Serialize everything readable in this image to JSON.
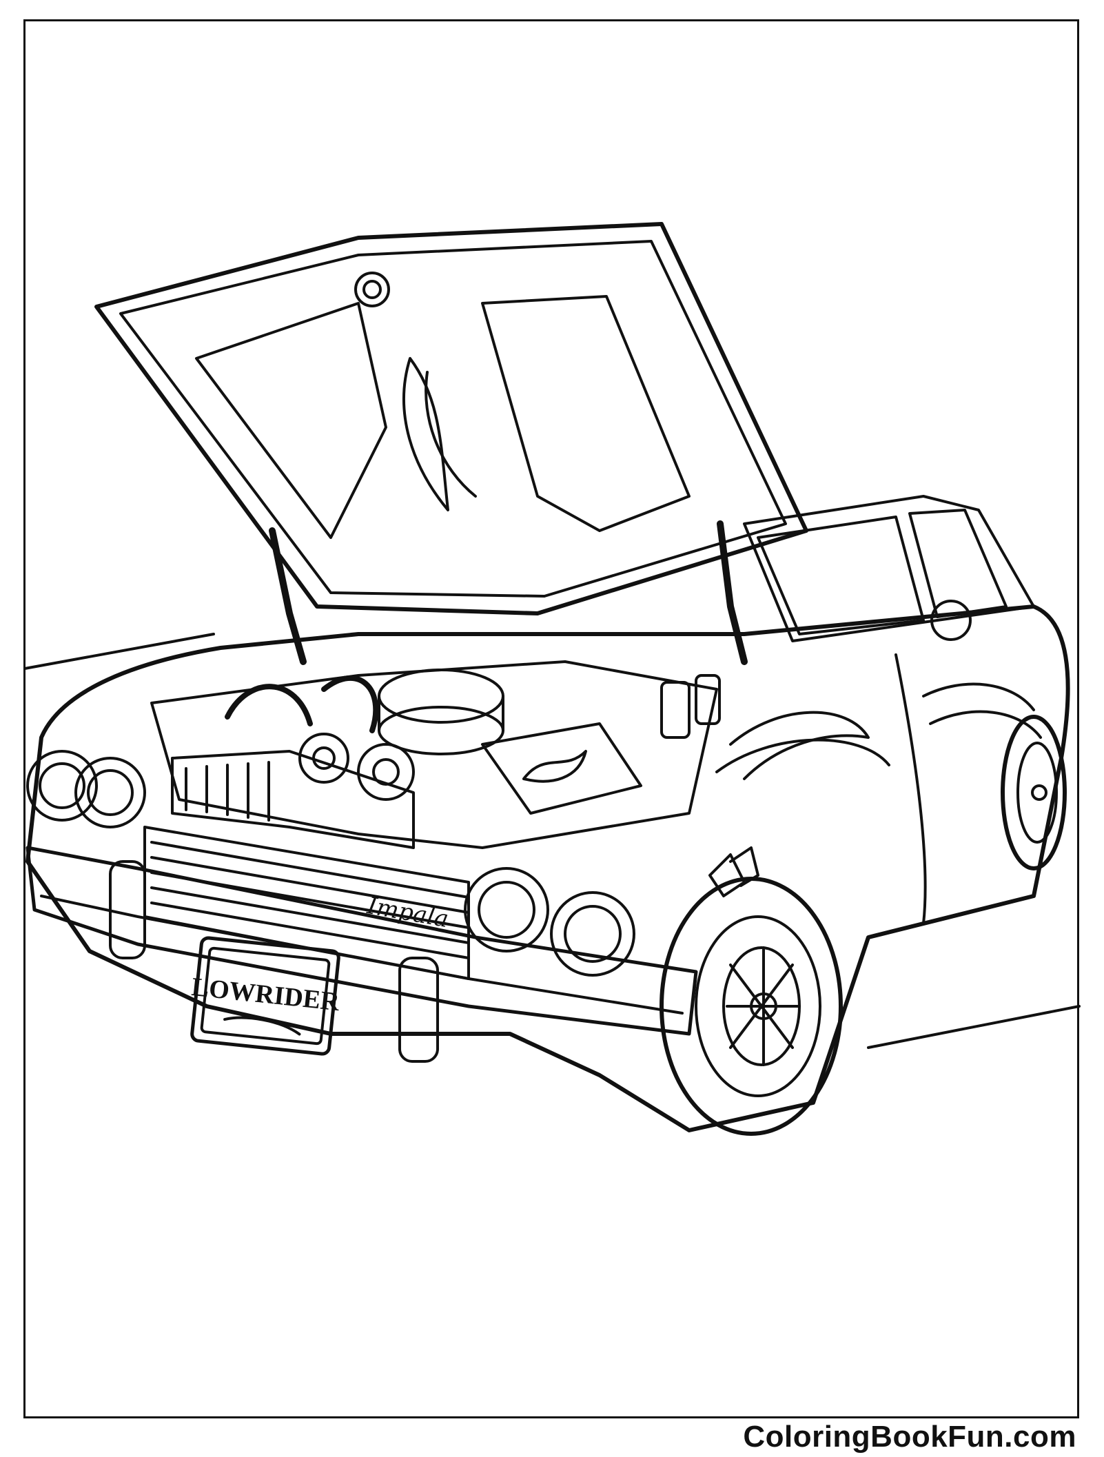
{
  "illustration": {
    "plate_text": "LOWRIDER",
    "badge_text": "Impala"
  },
  "footer": {
    "watermark": "ColoringBookFun.com"
  },
  "colors": {
    "line": "#111111",
    "background": "#ffffff"
  }
}
